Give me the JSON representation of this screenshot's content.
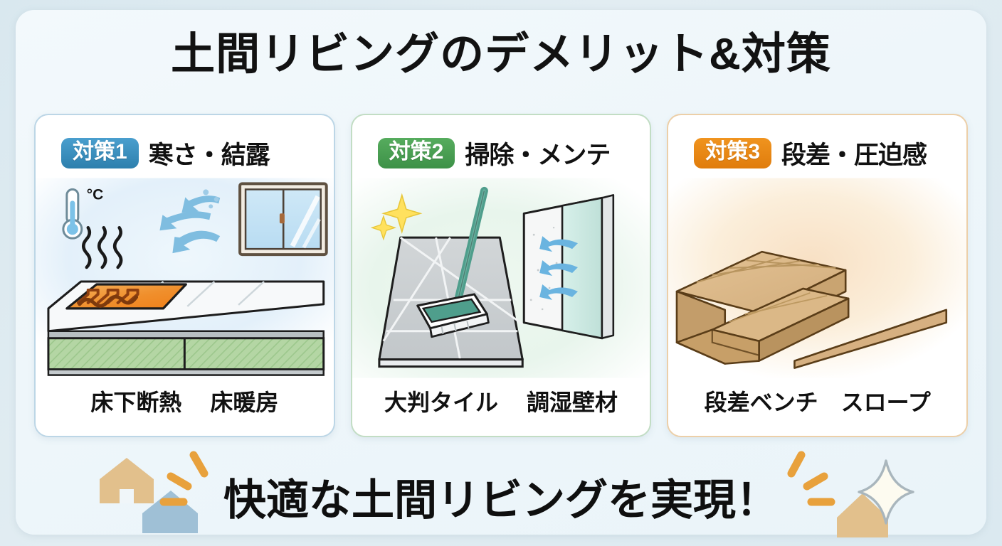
{
  "page": {
    "title": "土間リビングのデメリット&対策",
    "footer_text": "快適な土間リビングを実現！",
    "background_color": "#dce9ef",
    "panel_color": "#eef6fa"
  },
  "cards": [
    {
      "badge": "対策1",
      "badge_color": "#2d7fad",
      "title": "寒さ・結露",
      "border_color": "#bcd6e6",
      "labels": [
        "床下断熱",
        "床暖房"
      ],
      "illustration": {
        "name": "floor-heating-insulation-window",
        "elements": [
          "thermometer-icon",
          "degree-celsius-label",
          "heat-wave-squiggles",
          "cold-air-arrows",
          "window-sash",
          "floor-heating-coil",
          "insulation-layer"
        ],
        "temperature_unit": "°C",
        "coil_color": "#f08a2a",
        "insulation_color": "#a8cf9a",
        "arrow_color": "#7fbde0"
      }
    },
    {
      "badge": "対策2",
      "badge_color": "#3d9147",
      "title": "掃除・メンテ",
      "border_color": "#c2ddc4",
      "labels": [
        "大判タイル",
        "調湿壁材"
      ],
      "illustration": {
        "name": "mop-tile-floor-humidity-wall",
        "elements": [
          "sparkle-star-large",
          "sparkle-star-small",
          "mop-handle",
          "mop-head",
          "large-format-tile-floor",
          "humidity-control-wall-panel",
          "moisture-absorption-arrows"
        ],
        "tile_color": "#c9cdcf",
        "mop_color": "#4f9e8c",
        "arrow_color": "#6ab4e0",
        "panel_color": "#c9e2dc"
      }
    },
    {
      "badge": "対策3",
      "badge_color": "#e07c0c",
      "title": "段差・圧迫感",
      "border_color": "#eccfa8",
      "labels": [
        "段差ベンチ",
        "スロープ"
      ],
      "illustration": {
        "name": "step-bench-and-slope",
        "elements": [
          "wooden-step-bench",
          "wooden-plank-top",
          "slope-ramp-wedge",
          "warm-radial-glow"
        ],
        "wood_light": "#ddb987",
        "wood_mid": "#c9a06a",
        "wood_dark": "#b08a58",
        "glow_color": "#f8e2c8"
      }
    }
  ],
  "decorations": {
    "house_tan": "house-icon-tan",
    "house_blue": "house-icon-blue",
    "house_tan_right": "house-icon-tan-right",
    "sparkle_outline": "sparkle-outline-icon",
    "dash_left": "emphasis-dashes-left",
    "dash_right": "emphasis-dashes-right",
    "tan_color": "#e2c08c",
    "blue_color": "#9fc0d6",
    "dash_color": "#e8a13c"
  }
}
